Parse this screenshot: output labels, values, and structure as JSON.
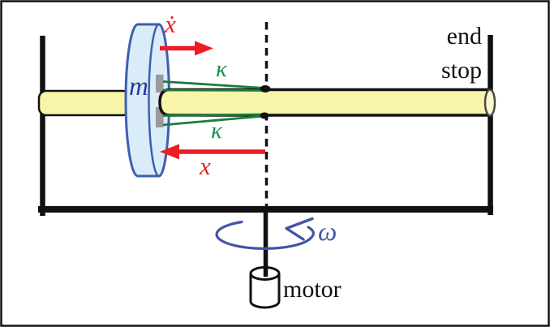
{
  "figure": {
    "type": "mechanical-system-diagram",
    "labels": {
      "mass": "m",
      "velocity": "ẋ",
      "displacement": "x",
      "stiffness_top": "κ",
      "stiffness_bottom": "κ",
      "angular_velocity": "ω",
      "end_stop_line1": "end",
      "end_stop_line2": "stop",
      "motor": "motor"
    },
    "colors": {
      "rod_fill": "#f8f5ab",
      "rod_cap_fill": "#faf8cf",
      "disk_fill": "#d9ecf8",
      "disk_stroke": "#3d5fb0",
      "mass_text": "#2b3a9e",
      "arrow_red": "#ed1c24",
      "spring_green": "#1b7e3d",
      "kappa_text": "#169150",
      "omega_blue": "#4056a8",
      "ink_black": "#111111",
      "plate_gray": "#9a9a9a"
    }
  }
}
